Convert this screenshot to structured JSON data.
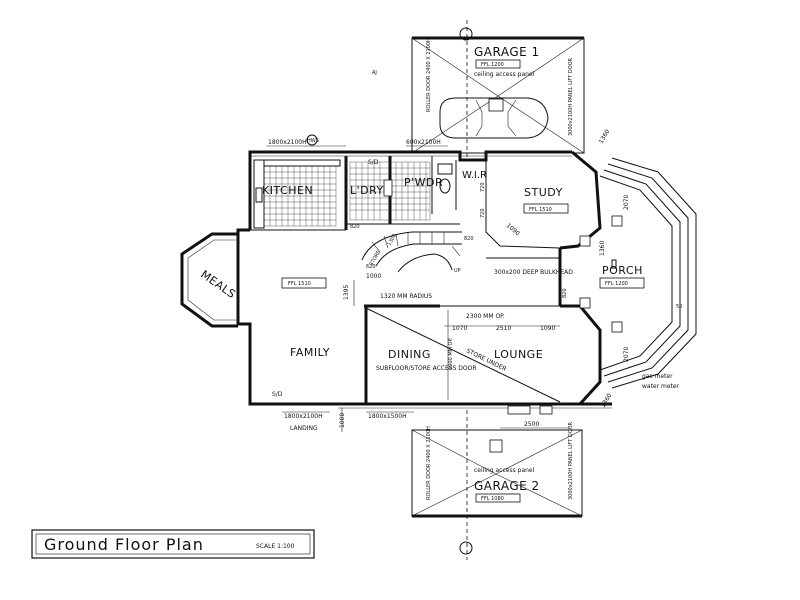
{
  "rooms": {
    "garage1": "GARAGE 1",
    "garage1_ffl": "FFL 1200",
    "garage2": "GARAGE 2",
    "garage2_ffl": "FFL 1080",
    "kitchen": "KITCHEN",
    "laundry": "L'DRY",
    "powder": "P'WDR",
    "wir": "W.I.R",
    "study": "STUDY",
    "study_ffl": "FFL 1510",
    "meals": "MEALS",
    "family_ffl": "FFL 1510",
    "family": "FAMILY",
    "dining": "DINING",
    "lounge": "LOUNGE",
    "porch": "PORCH",
    "porch_ffl": "FFL 1200",
    "landing": "LANDING"
  },
  "notes": {
    "ceiling1": "ceiling access panel",
    "ceiling2": "ceiling access panel",
    "roller1": "ROLLER DOOR 2400 X 2100H",
    "roller2": "ROLLER DOOR 2400 X 2100H",
    "panel1": "3000x2100H PANEL LIFT DOOR",
    "panel2": "3000x2100H PANEL LIFT DOOR",
    "bulkhead": "300x200 DEEP BULKHEAD",
    "radius": "1320 MM RADIUS",
    "opening": "2300 MM OP.",
    "subfloor": "SUBFLOOR/STORE ACCESS DOOR",
    "store_under": "STORE UNDER",
    "gas": "gas meter",
    "water": "water meter",
    "sd1": "S/D",
    "sd2": "S/D",
    "store": "STORE",
    "hws": "HWS",
    "up": "UP"
  },
  "dims": {
    "w1": "1800x2100H",
    "w2": "600x2100H",
    "w3": "1800x2100H",
    "w4": "1800x1500H",
    "d1395": "1395",
    "d1000a": "1000",
    "d1000b": "1000",
    "d1070": "1070",
    "d2510": "2510",
    "d1090": "1090",
    "d2500": "2500",
    "d1360a": "1360",
    "d1360b": "1360",
    "d1360c": "1360",
    "d2070a": "2070",
    "d2070b": "2070",
    "d1090s": "1090",
    "d1000op": "1000 MM OP.",
    "d720a": "720",
    "d720b": "720",
    "d820a": "820",
    "d820b": "820",
    "d820c": "820",
    "d620": "620",
    "d1300": "1300",
    "d50": "50",
    "aj": "AJ"
  },
  "title": {
    "text": "Ground Floor Plan",
    "scale": "SCALE 1:100"
  }
}
